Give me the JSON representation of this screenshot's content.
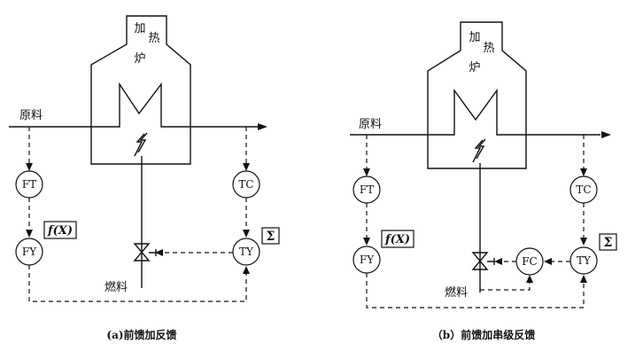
{
  "diagram_a": {
    "furnace_label": [
      "加",
      "热",
      "炉"
    ],
    "feed_label": "原料",
    "fuel_label": "燃料",
    "ft": "FT",
    "fy": "FY",
    "tc": "TC",
    "ty": "TY",
    "func_box": "f(X)",
    "sum_box": "Σ",
    "caption": "(a)前馈加反馈"
  },
  "diagram_b": {
    "furnace_label": [
      "加",
      "热",
      "炉"
    ],
    "feed_label": "原料",
    "fuel_label": "燃料",
    "ft": "FT",
    "fy": "FY",
    "fc": "FC",
    "tc": "TC",
    "ty": "TY",
    "func_box": "f(X)",
    "sum_box": "Σ",
    "caption": "（b）前馈加串级反馈"
  }
}
